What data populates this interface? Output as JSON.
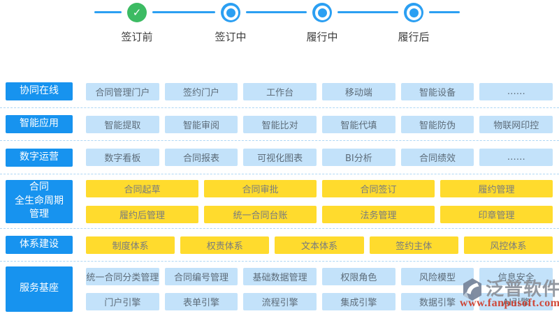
{
  "stepper": {
    "steps": [
      {
        "label": "签订前",
        "state": "done"
      },
      {
        "label": "签订中",
        "state": "pending"
      },
      {
        "label": "履行中",
        "state": "pending"
      },
      {
        "label": "履行后",
        "state": "pending"
      }
    ]
  },
  "icons": {
    "check": "✓"
  },
  "sections": [
    {
      "label": "协同在线",
      "button_rows": [
        [
          "合同管理门户",
          "签约门户",
          "工作台",
          "移动端",
          "智能设备",
          "……"
        ]
      ]
    },
    {
      "label": "智能应用",
      "button_rows": [
        [
          "智能提取",
          "智能审阅",
          "智能比对",
          "智能代填",
          "智能防伪",
          "物联网印控"
        ]
      ]
    },
    {
      "label": "数字运营",
      "button_rows": [
        [
          "数字看板",
          "合同报表",
          "可视化图表",
          "BI分析",
          "合同绩效",
          "……"
        ]
      ]
    },
    {
      "label": "合同\n全生命周期\n管理",
      "button_rows": [
        [
          "合同起草",
          "合同审批",
          "合同签订",
          "履约管理"
        ],
        [
          "履约后管理",
          "统一合同台账",
          "法务管理",
          "印章管理"
        ]
      ]
    },
    {
      "label": "体系建设",
      "button_rows": [
        [
          "制度体系",
          "权责体系",
          "文本体系",
          "签约主体",
          "风控体系"
        ]
      ]
    },
    {
      "label": "服务基座",
      "button_rows": [
        [
          "统一合同分类管理",
          "合同编号管理",
          "基础数据管理",
          "权限角色",
          "风险模型",
          "信息安全"
        ],
        [
          "门户引擎",
          "表单引擎",
          "流程引擎",
          "集成引擎",
          "数据引擎",
          "AI引擎"
        ]
      ]
    }
  ],
  "watermark": {
    "brand": "泛普软件",
    "url": "www.fanpusoft.com"
  },
  "colors": {
    "accent_blue": "#1793ef",
    "stepper_blue": "#2b9ff2",
    "step_done_green": "#3cbb63",
    "chip_blue_bg": "#c3e2fa",
    "chip_yellow_bg": "#ffdb2d",
    "divider_dashed_blue": "#aed7f5",
    "watermark_red": "#cf3a28",
    "watermark_gray": "#8a9099"
  }
}
